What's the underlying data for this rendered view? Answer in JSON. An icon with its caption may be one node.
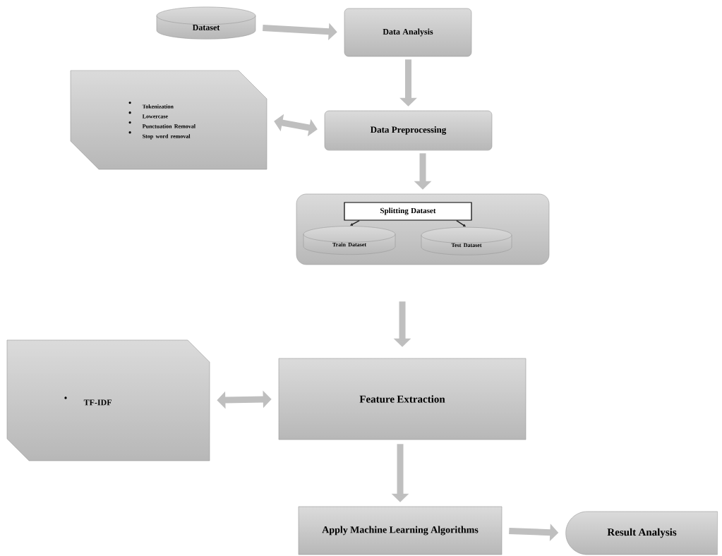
{
  "diagram": {
    "nodes": [
      {
        "text": [
          "Dataset"
        ]
      },
      {
        "text": [
          "Data Analysis"
        ]
      },
      {
        "text": [
          "Tokenization",
          "Lowercase",
          "Punctuation Removal",
          "Stop word removal"
        ]
      },
      {
        "text": [
          "Data Preprocessing"
        ]
      },
      {
        "text": [],
        "shape": "box"
      },
      {
        "text": [
          "Splitting Dataset"
        ],
        "in": 4
      },
      {
        "text": [
          "Train Dataset"
        ],
        "in": 4
      },
      {
        "text": [
          "Test Dataset"
        ],
        "in": 4
      },
      {
        "text": [
          "TF-IDF"
        ]
      },
      {
        "text": [
          "Feature Extraction"
        ]
      },
      {
        "text": [
          "Apply Machine Learning Algorithms"
        ]
      },
      {
        "text": [
          "Result Analysis"
        ]
      }
    ],
    "edges": [
      {
        "from": 0,
        "to": 1,
        "arrow": "to"
      },
      {
        "from": 1,
        "to": 3,
        "arrow": "to"
      },
      {
        "from": 2,
        "to": 3,
        "arrow": "both"
      },
      {
        "from": 3,
        "to": 4,
        "arrow": "to"
      },
      {
        "from": 5,
        "to": 6,
        "arrow": "to",
        "color": "#222222"
      },
      {
        "from": 5,
        "to": 7,
        "arrow": "to",
        "color": "#222222"
      },
      {
        "from": 4,
        "to": 9,
        "arrow": "to"
      },
      {
        "from": 8,
        "to": 9,
        "arrow": "both"
      },
      {
        "from": 9,
        "to": 10,
        "arrow": "to"
      },
      {
        "from": 10,
        "to": 11,
        "arrow": "to"
      }
    ]
  }
}
